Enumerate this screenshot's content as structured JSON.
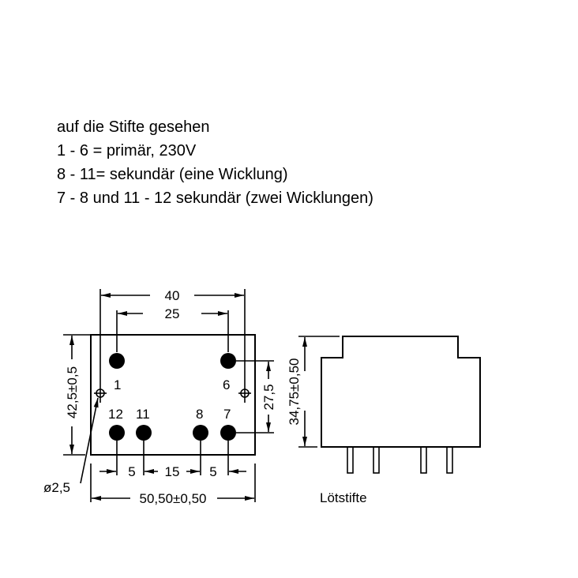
{
  "notes": [
    "auf die Stifte gesehen",
    "1 - 6 = primär, 230V",
    "8 - 11= sekundär (eine Wicklung)",
    "7 - 8 und 11 - 12 sekundär (zwei Wicklungen)"
  ],
  "top_view": {
    "pin_labels": {
      "p1": "1",
      "p6": "6",
      "p12": "12",
      "p11": "11",
      "p8": "8",
      "p7": "7"
    },
    "dims": {
      "hole_spacing": "40",
      "pin_spacing_top": "25",
      "height": "42,5±0,5",
      "pin_row_spacing": "27,5",
      "gap_left": "5",
      "gap_mid": "15",
      "gap_right": "5",
      "width": "50,50±0,50",
      "hole_diameter": "ø2,5"
    }
  },
  "side_view": {
    "height_dim": "34,75±0,50",
    "caption": "Lötstifte"
  }
}
